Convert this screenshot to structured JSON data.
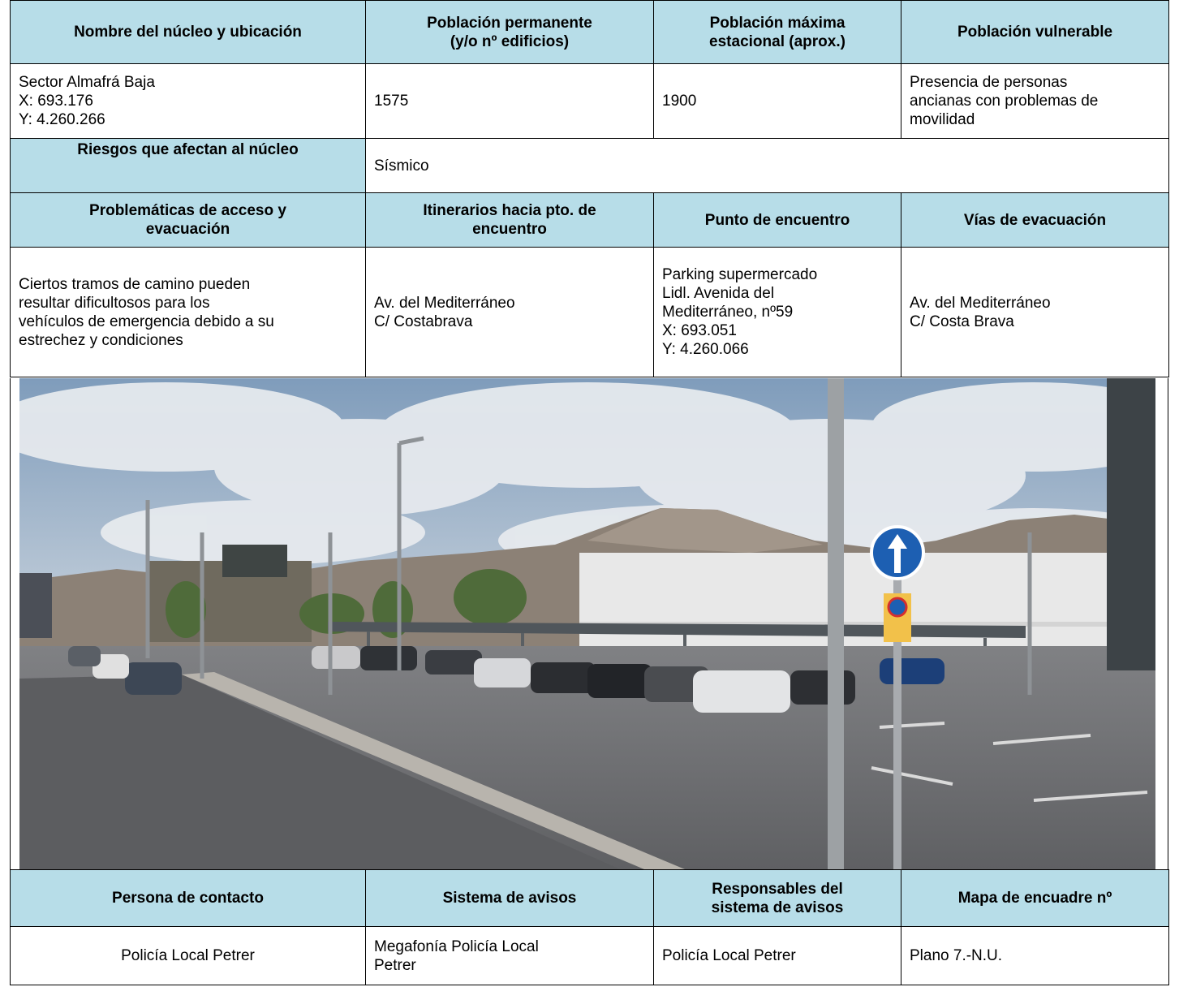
{
  "top_table": {
    "header_row": [
      "Nombre del núcleo y ubicación",
      [
        "Población permanente",
        "(y/o nº edificios)"
      ],
      [
        "Población máxima",
        "estacional (aprox.)"
      ],
      "Población vulnerable"
    ],
    "nucleus": {
      "name_lines": [
        "Sector Almafrá Baja",
        "X: 693.176",
        "Y: 4.260.266"
      ],
      "permanent_population": "1575",
      "max_seasonal_population": "1900",
      "vulnerable_lines": [
        "Presencia de personas",
        "ancianas con problemas de",
        "movilidad"
      ]
    },
    "risks": {
      "label": "Riesgos que afectan al núcleo",
      "value": "Sísmico"
    },
    "access_header_row": [
      [
        "Problemáticas de acceso y",
        "evacuación"
      ],
      [
        "Itinerarios hacia pto. de",
        "encuentro"
      ],
      "Punto de encuentro",
      "Vías de evacuación"
    ],
    "access_row": {
      "problems_lines": [
        "Ciertos tramos de camino pueden",
        "resultar dificultosos para los",
        "vehículos de emergencia debido a su",
        "estrechez y condiciones"
      ],
      "itineraries_lines": [
        "Av. del Mediterráneo",
        "C/ Costabrava"
      ],
      "meeting_point_lines": [
        "Parking supermercado",
        "Lidl. Avenida del",
        "Mediterráneo, nº59",
        "X: 693.051",
        "Y: 4.260.066"
      ],
      "evacuation_routes_lines": [
        "Av. del Mediterráneo",
        "C/ Costa Brava"
      ]
    }
  },
  "bottom_table": {
    "header_row": [
      "Persona de contacto",
      "Sistema de avisos",
      [
        "Responsables del",
        "sistema de avisos"
      ],
      "Mapa de encuadre nº"
    ],
    "values_row": [
      "Policía Local Petrer",
      [
        "Megafonía Policía Local",
        "Petrer"
      ],
      "Policía Local Petrer",
      "Plano 7.-N.U."
    ]
  },
  "photo": {
    "colors": {
      "sky": "#9fb4c9",
      "clouds": "#e6e9ee",
      "mountains": "#8a7f74",
      "building": "#e9e9e9",
      "canopy": "#4d5358",
      "road": "#6f6f72",
      "sign_blue": "#1d5fb2"
    }
  }
}
